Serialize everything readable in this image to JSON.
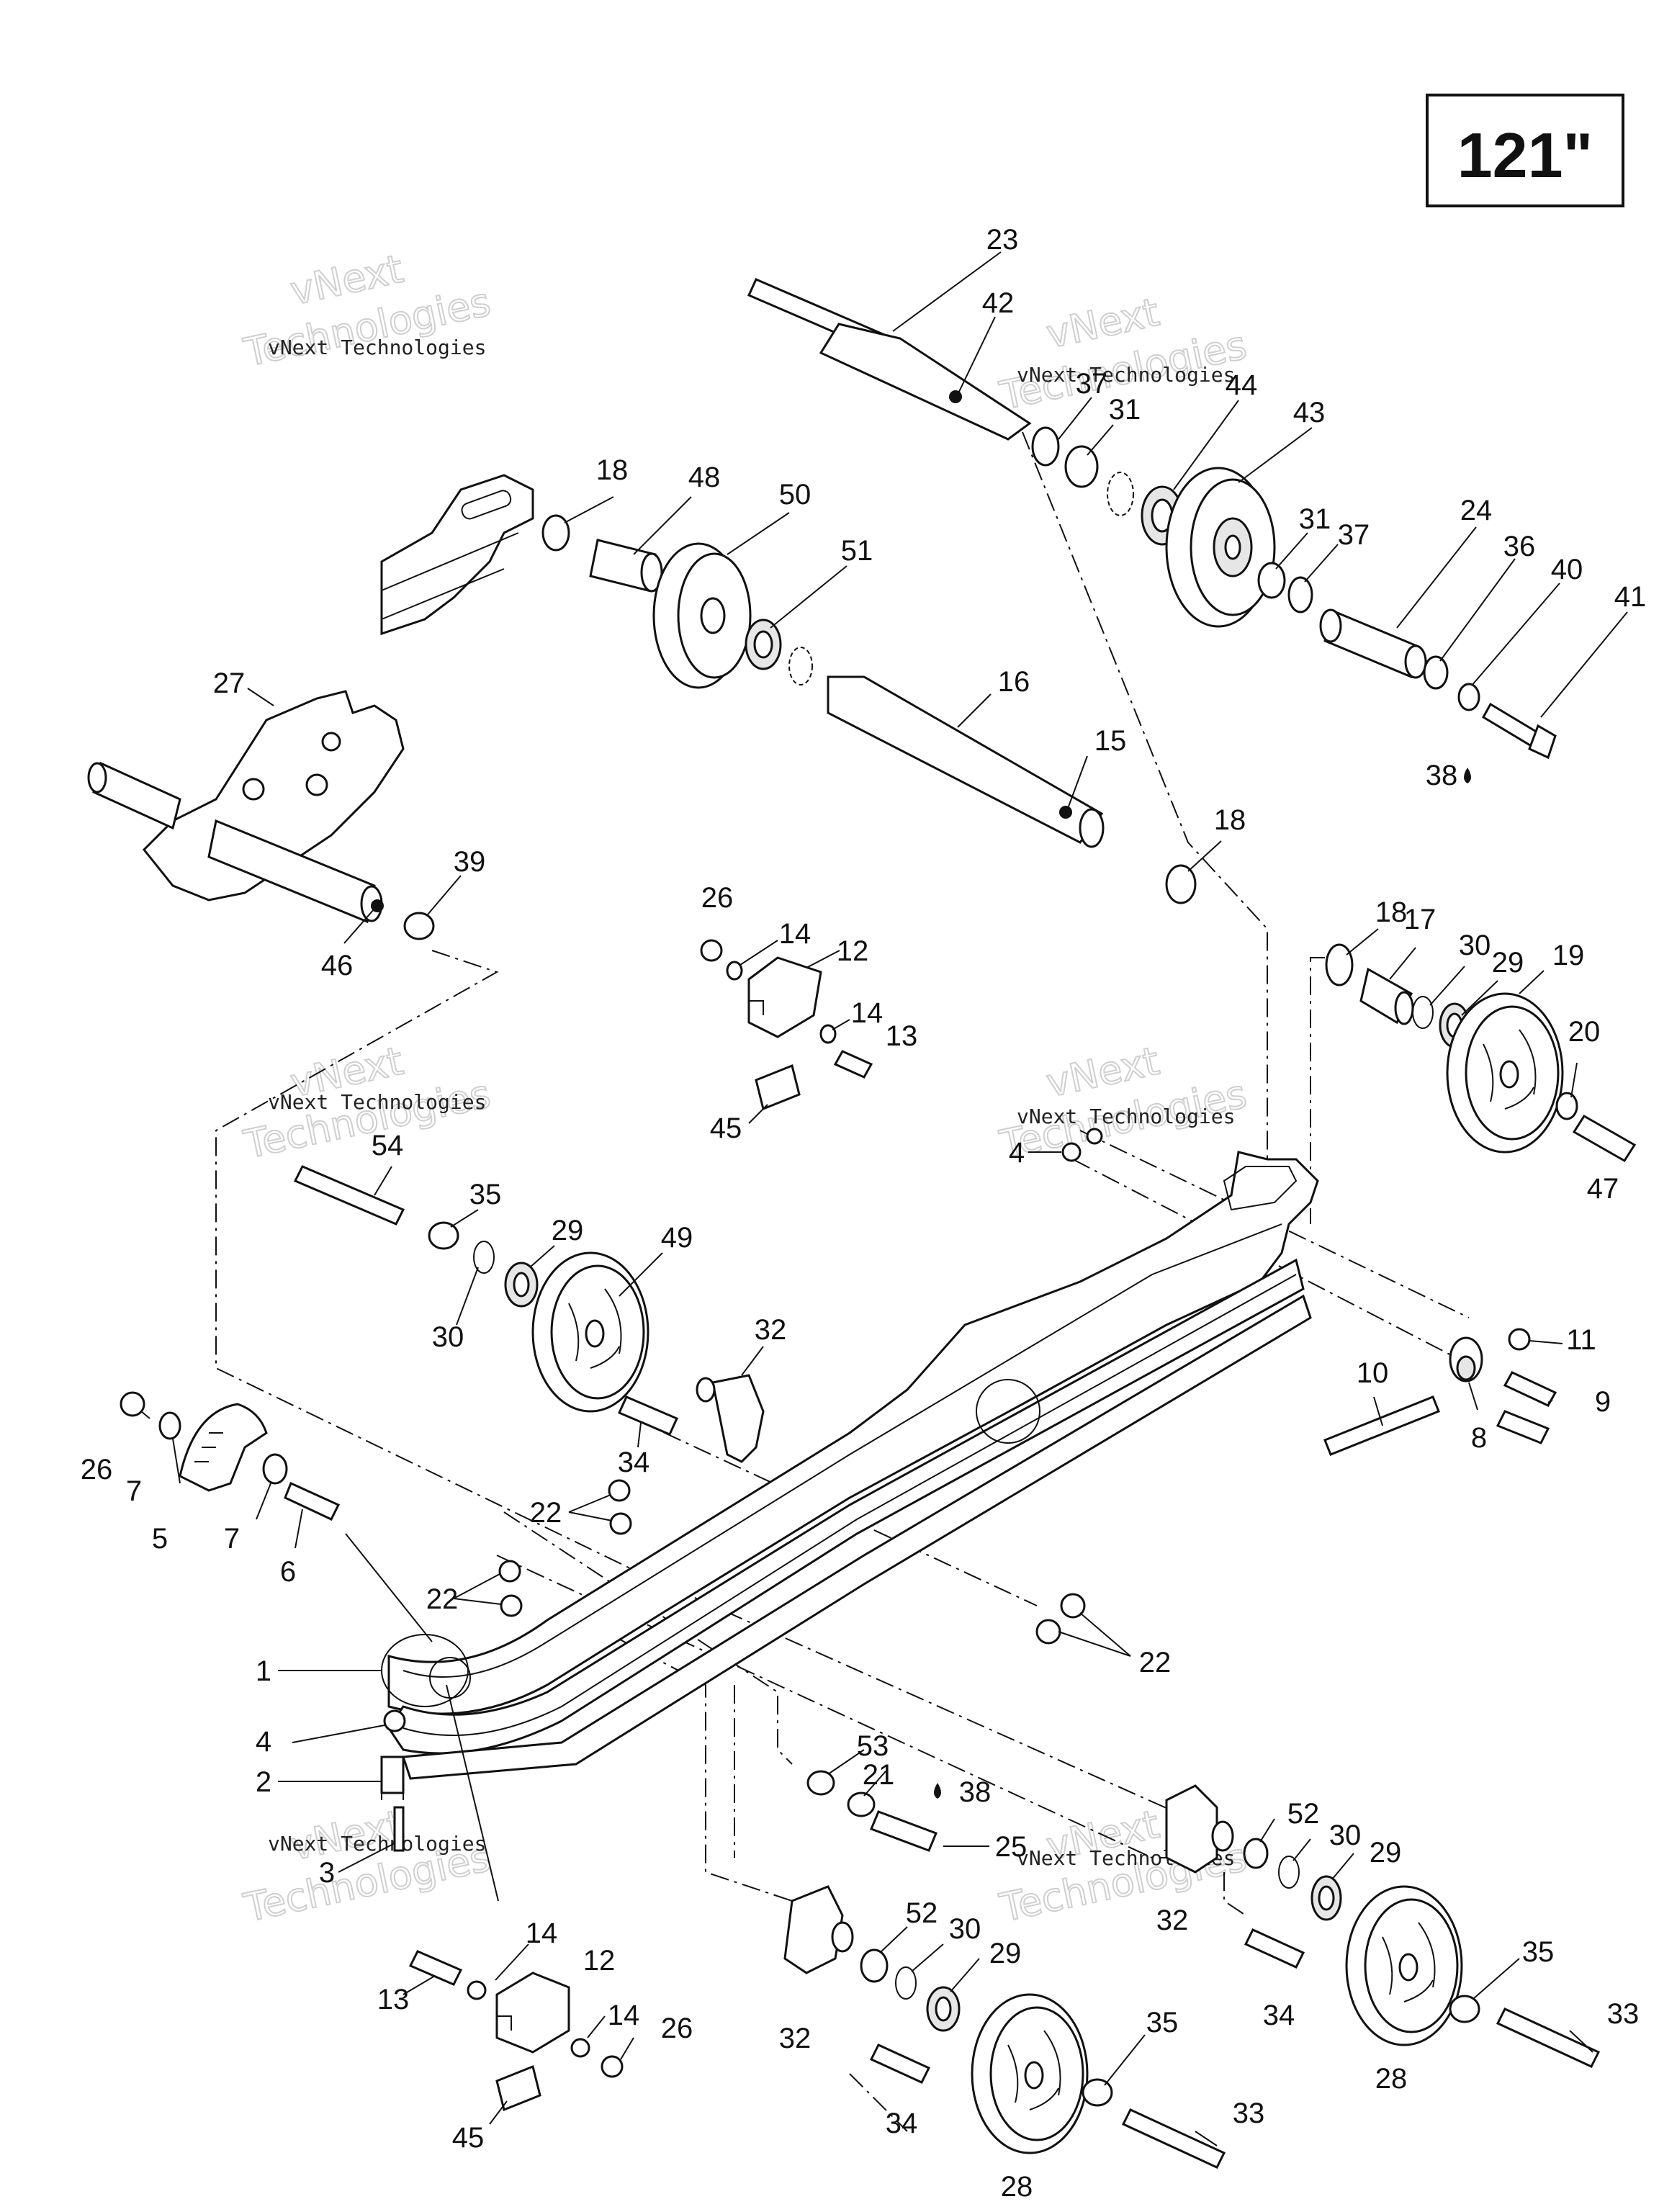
{
  "title_box": {
    "text": "121\""
  },
  "watermark": {
    "line1": "vNext",
    "line2": "Technologies",
    "small": "vNext Technologies"
  },
  "labels": [
    {
      "id": "23",
      "text": "23"
    },
    {
      "id": "42",
      "text": "42"
    },
    {
      "id": "37a",
      "text": "37"
    },
    {
      "id": "31a",
      "text": "31"
    },
    {
      "id": "44",
      "text": "44"
    },
    {
      "id": "43",
      "text": "43"
    },
    {
      "id": "31b",
      "text": "31"
    },
    {
      "id": "37b",
      "text": "37"
    },
    {
      "id": "24",
      "text": "24"
    },
    {
      "id": "36",
      "text": "36"
    },
    {
      "id": "40",
      "text": "40"
    },
    {
      "id": "41",
      "text": "41"
    },
    {
      "id": "38a",
      "text": "38"
    },
    {
      "id": "18a",
      "text": "18"
    },
    {
      "id": "48",
      "text": "48"
    },
    {
      "id": "50",
      "text": "50"
    },
    {
      "id": "51",
      "text": "51"
    },
    {
      "id": "16",
      "text": "16"
    },
    {
      "id": "15",
      "text": "15"
    },
    {
      "id": "18b",
      "text": "18"
    },
    {
      "id": "27",
      "text": "27"
    },
    {
      "id": "39",
      "text": "39"
    },
    {
      "id": "46",
      "text": "46"
    },
    {
      "id": "26a",
      "text": "26"
    },
    {
      "id": "14a",
      "text": "14"
    },
    {
      "id": "12a",
      "text": "12"
    },
    {
      "id": "14b",
      "text": "14"
    },
    {
      "id": "13a",
      "text": "13"
    },
    {
      "id": "45a",
      "text": "45"
    },
    {
      "id": "18c",
      "text": "18"
    },
    {
      "id": "17",
      "text": "17"
    },
    {
      "id": "30a",
      "text": "30"
    },
    {
      "id": "29a",
      "text": "29"
    },
    {
      "id": "19",
      "text": "19"
    },
    {
      "id": "20",
      "text": "20"
    },
    {
      "id": "47",
      "text": "47"
    },
    {
      "id": "4a",
      "text": "4"
    },
    {
      "id": "54",
      "text": "54"
    },
    {
      "id": "35a",
      "text": "35"
    },
    {
      "id": "29b",
      "text": "29"
    },
    {
      "id": "49",
      "text": "49"
    },
    {
      "id": "30b",
      "text": "30"
    },
    {
      "id": "32a",
      "text": "32"
    },
    {
      "id": "34a",
      "text": "34"
    },
    {
      "id": "11",
      "text": "11"
    },
    {
      "id": "10",
      "text": "10"
    },
    {
      "id": "9",
      "text": "9"
    },
    {
      "id": "8",
      "text": "8"
    },
    {
      "id": "26b",
      "text": "26"
    },
    {
      "id": "7a",
      "text": "7"
    },
    {
      "id": "5",
      "text": "5"
    },
    {
      "id": "7b",
      "text": "7"
    },
    {
      "id": "6",
      "text": "6"
    },
    {
      "id": "22a",
      "text": "22"
    },
    {
      "id": "22b",
      "text": "22"
    },
    {
      "id": "22c",
      "text": "22"
    },
    {
      "id": "1",
      "text": "1"
    },
    {
      "id": "4b",
      "text": "4"
    },
    {
      "id": "2",
      "text": "2"
    },
    {
      "id": "3",
      "text": "3"
    },
    {
      "id": "53",
      "text": "53"
    },
    {
      "id": "21",
      "text": "21"
    },
    {
      "id": "38b",
      "text": "38"
    },
    {
      "id": "25",
      "text": "25"
    },
    {
      "id": "52a",
      "text": "52"
    },
    {
      "id": "30c",
      "text": "30"
    },
    {
      "id": "29c",
      "text": "29"
    },
    {
      "id": "32b",
      "text": "32"
    },
    {
      "id": "34b",
      "text": "34"
    },
    {
      "id": "35b",
      "text": "35"
    },
    {
      "id": "33a",
      "text": "33"
    },
    {
      "id": "28a",
      "text": "28"
    },
    {
      "id": "14c",
      "text": "14"
    },
    {
      "id": "12b",
      "text": "12"
    },
    {
      "id": "13b",
      "text": "13"
    },
    {
      "id": "14d",
      "text": "14"
    },
    {
      "id": "26c",
      "text": "26"
    },
    {
      "id": "45b",
      "text": "45"
    },
    {
      "id": "32c",
      "text": "32"
    },
    {
      "id": "52b",
      "text": "52"
    },
    {
      "id": "30d",
      "text": "30"
    },
    {
      "id": "29d",
      "text": "29"
    },
    {
      "id": "34c",
      "text": "34"
    },
    {
      "id": "35c",
      "text": "35"
    },
    {
      "id": "33b",
      "text": "33"
    },
    {
      "id": "28b",
      "text": "28"
    }
  ]
}
